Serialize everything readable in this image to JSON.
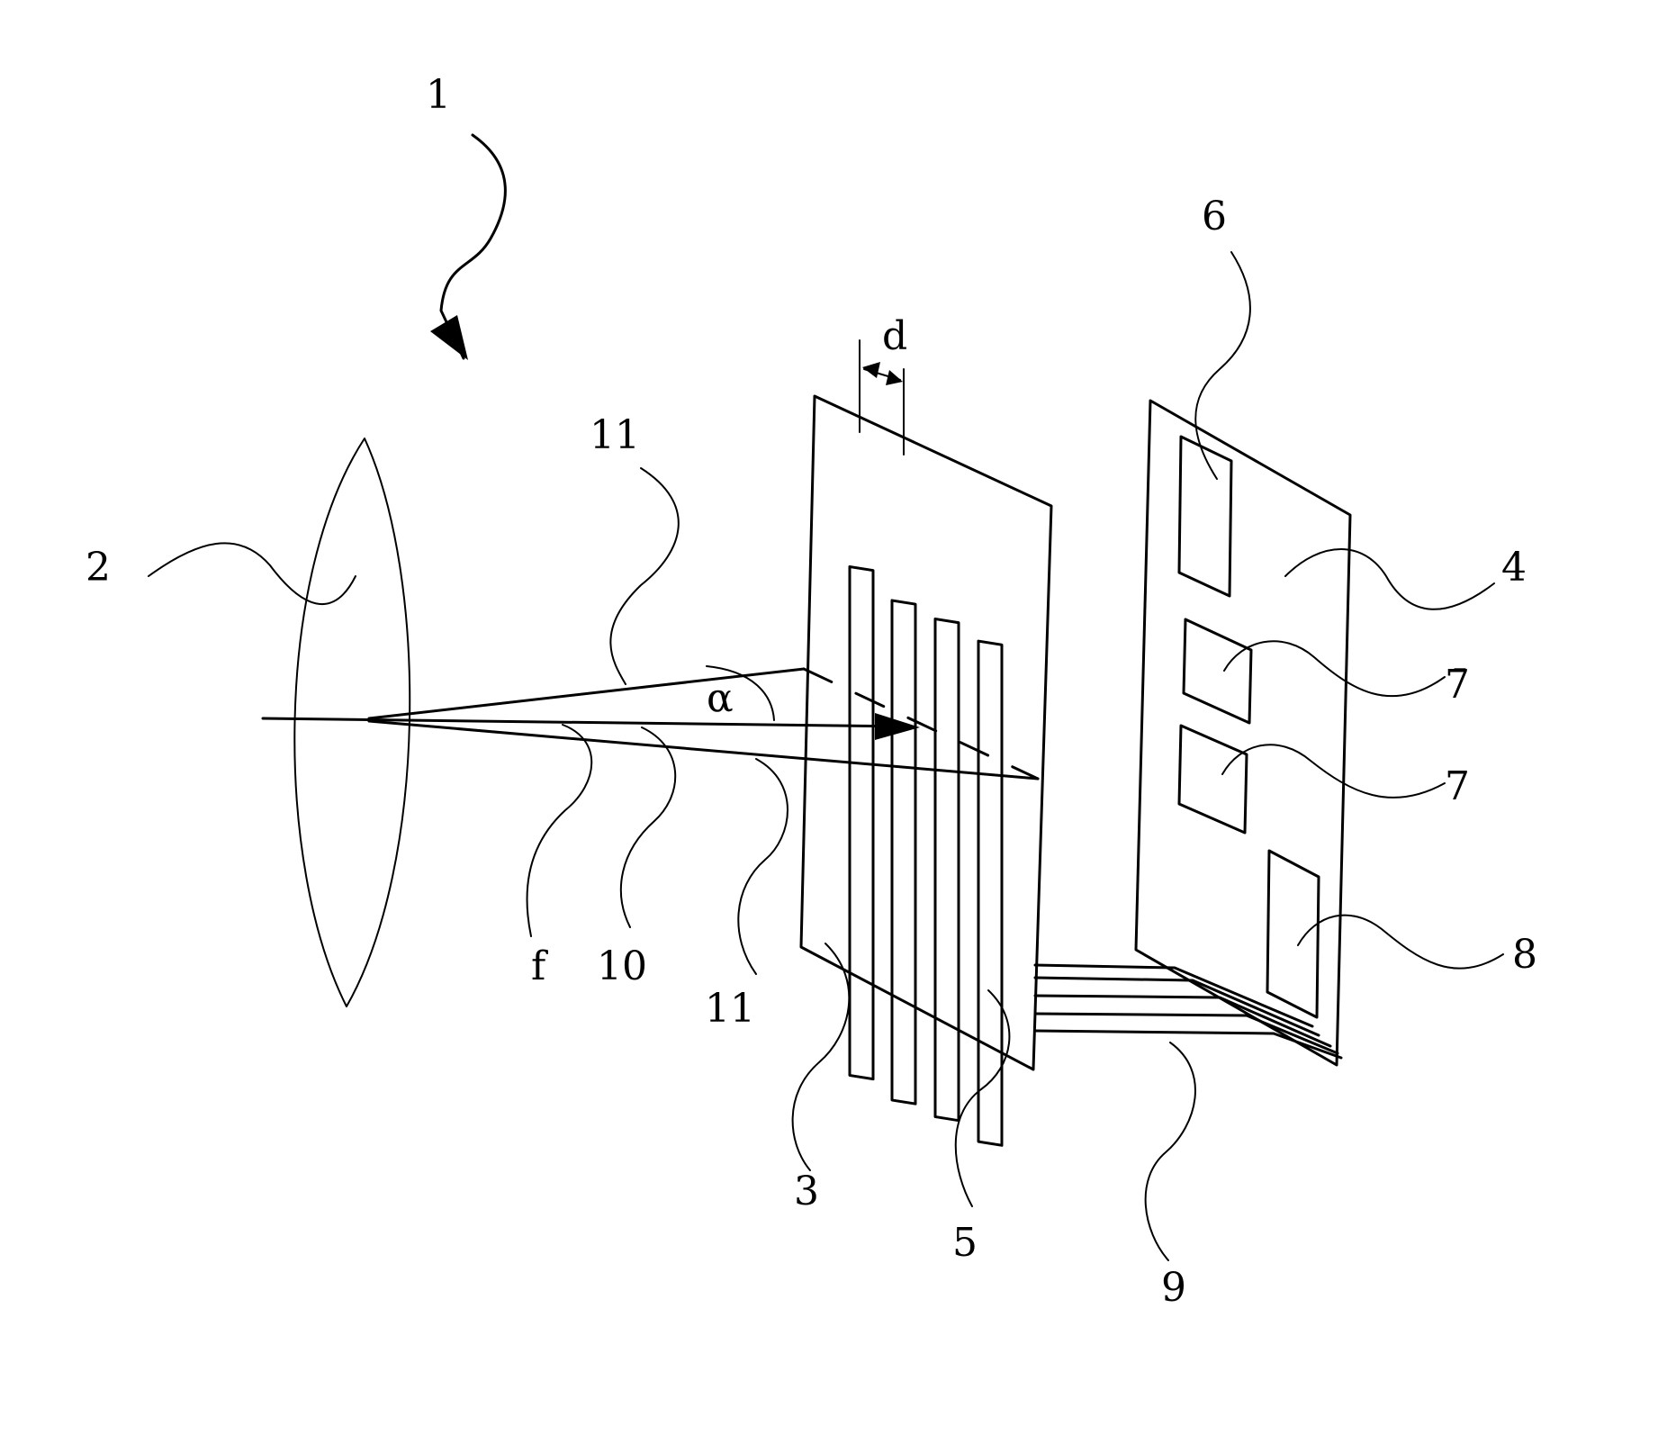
{
  "figure": {
    "labels": {
      "ref_1": "1",
      "ref_2": "2",
      "ref_3": "3",
      "ref_4": "4",
      "ref_5": "5",
      "ref_6": "6",
      "ref_7a": "7̄",
      "ref_7b": "7",
      "ref_8": "8",
      "ref_9": "9",
      "ref_10": "10",
      "ref_11_top": "11",
      "ref_11_bottom": "11",
      "ref_f": "f",
      "ref_alpha": "α",
      "ref_d": "d"
    },
    "line_color": "#000000",
    "background": "#ffffff"
  }
}
